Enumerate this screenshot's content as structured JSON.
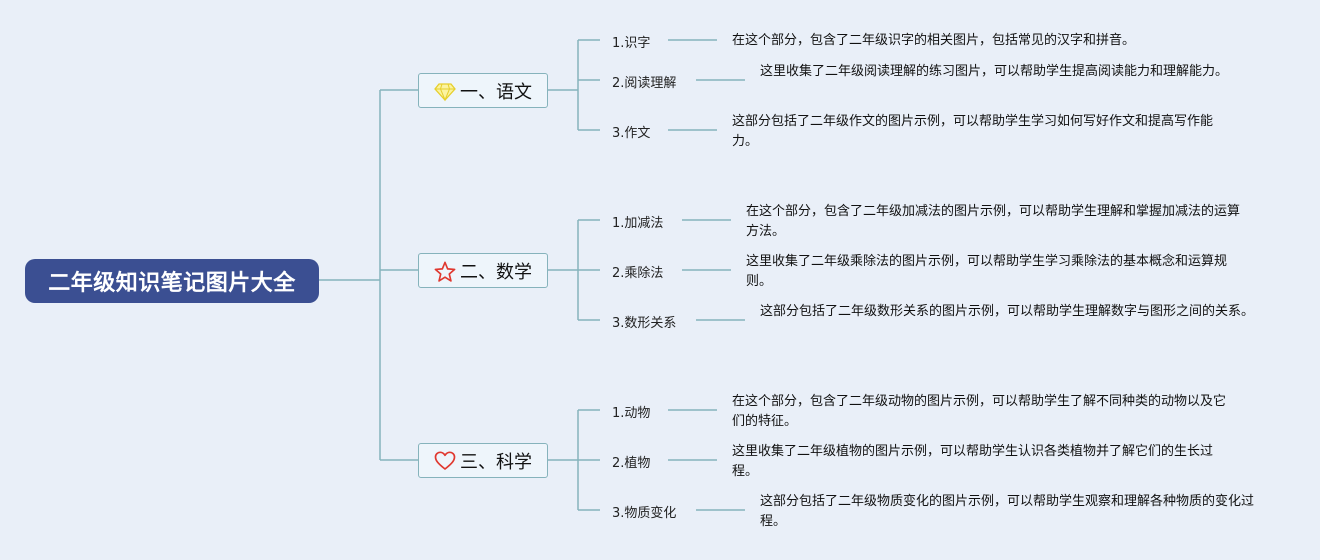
{
  "root": {
    "title": "二年级知识笔记图片大全"
  },
  "branches": [
    {
      "label": "一、语文",
      "icon": "diamond-icon",
      "icon_color": "#f2e14a",
      "items": [
        {
          "label": "1.识字",
          "desc": "在这个部分，包含了二年级识字的相关图片，包括常见的汉字和拼音。"
        },
        {
          "label": "2.阅读理解",
          "desc": "这里收集了二年级阅读理解的练习图片，可以帮助学生提高阅读能力和理解能力。"
        },
        {
          "label": "3.作文",
          "desc": "这部分包括了二年级作文的图片示例，可以帮助学生学习如何写好作文和提高写作能力。"
        }
      ]
    },
    {
      "label": "二、数学",
      "icon": "star-icon",
      "icon_color": "#e0382f",
      "items": [
        {
          "label": "1.加减法",
          "desc": "在这个部分，包含了二年级加减法的图片示例，可以帮助学生理解和掌握加减法的运算方法。"
        },
        {
          "label": "2.乘除法",
          "desc": "这里收集了二年级乘除法的图片示例，可以帮助学生学习乘除法的基本概念和运算规则。"
        },
        {
          "label": "3.数形关系",
          "desc": "这部分包括了二年级数形关系的图片示例，可以帮助学生理解数字与图形之间的关系。"
        }
      ]
    },
    {
      "label": "三、科学",
      "icon": "heart-icon",
      "icon_color": "#e0382f",
      "items": [
        {
          "label": "1.动物",
          "desc": "在这个部分，包含了二年级动物的图片示例，可以帮助学生了解不同种类的动物以及它们的特征。"
        },
        {
          "label": "2.植物",
          "desc": "这里收集了二年级植物的图片示例，可以帮助学生认识各类植物并了解它们的生长过程。"
        },
        {
          "label": "3.物质变化",
          "desc": "这部分包括了二年级物质变化的图片示例，可以帮助学生观察和理解各种物质的变化过程。"
        }
      ]
    }
  ],
  "colors": {
    "line": "#86b3bc",
    "root_bg": "#3b4f92",
    "background": "#e9eff8"
  }
}
